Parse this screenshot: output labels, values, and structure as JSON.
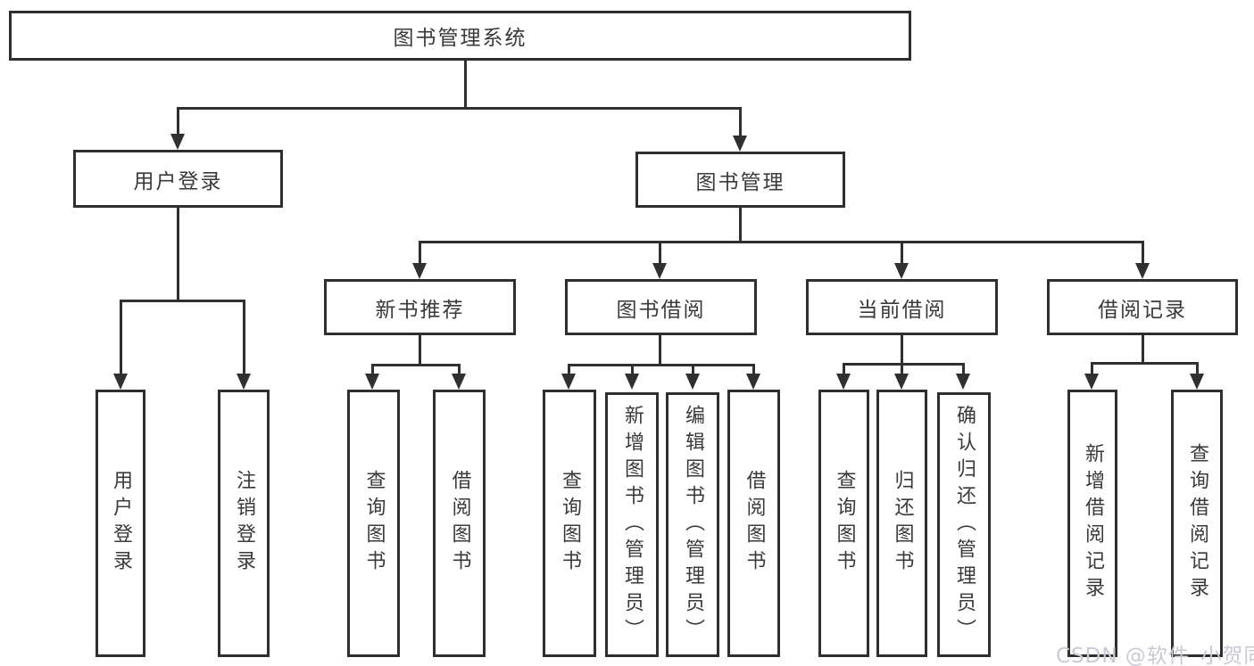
{
  "diagram": {
    "root": {
      "label": "图书管理系统"
    },
    "level1": {
      "user_login": {
        "label": "用户登录"
      },
      "book_mgmt": {
        "label": "图书管理"
      }
    },
    "level2": {
      "new_books": {
        "label": "新书推荐"
      },
      "borrowing": {
        "label": "图书借阅"
      },
      "current": {
        "label": "当前借阅"
      },
      "records": {
        "label": "借阅记录"
      }
    },
    "leaves": {
      "user_login": {
        "label": "用户登录"
      },
      "logout": {
        "label": "注销登录"
      },
      "nb_query": {
        "label": "查询图书"
      },
      "nb_borrow": {
        "label": "借阅图书"
      },
      "bw_query": {
        "label": "查询图书"
      },
      "bw_add": {
        "label": "新增图书（管理员）"
      },
      "bw_edit": {
        "label": "编辑图书（管理员）"
      },
      "bw_borrow": {
        "label": "借阅图书"
      },
      "cur_query": {
        "label": "查询图书"
      },
      "cur_return": {
        "label": "归还图书"
      },
      "cur_confirm": {
        "label": "确认归还（管理员）"
      },
      "rec_add": {
        "label": "新增借阅记录"
      },
      "rec_query": {
        "label": "查询借阅记录"
      }
    },
    "watermark": "CSDN @软件_小贺同学",
    "colors": {
      "border": "#2f2f2f",
      "line": "#303030",
      "text": "#3a3a3a",
      "background": "#ffffff",
      "watermark": "#c9cad4"
    }
  }
}
